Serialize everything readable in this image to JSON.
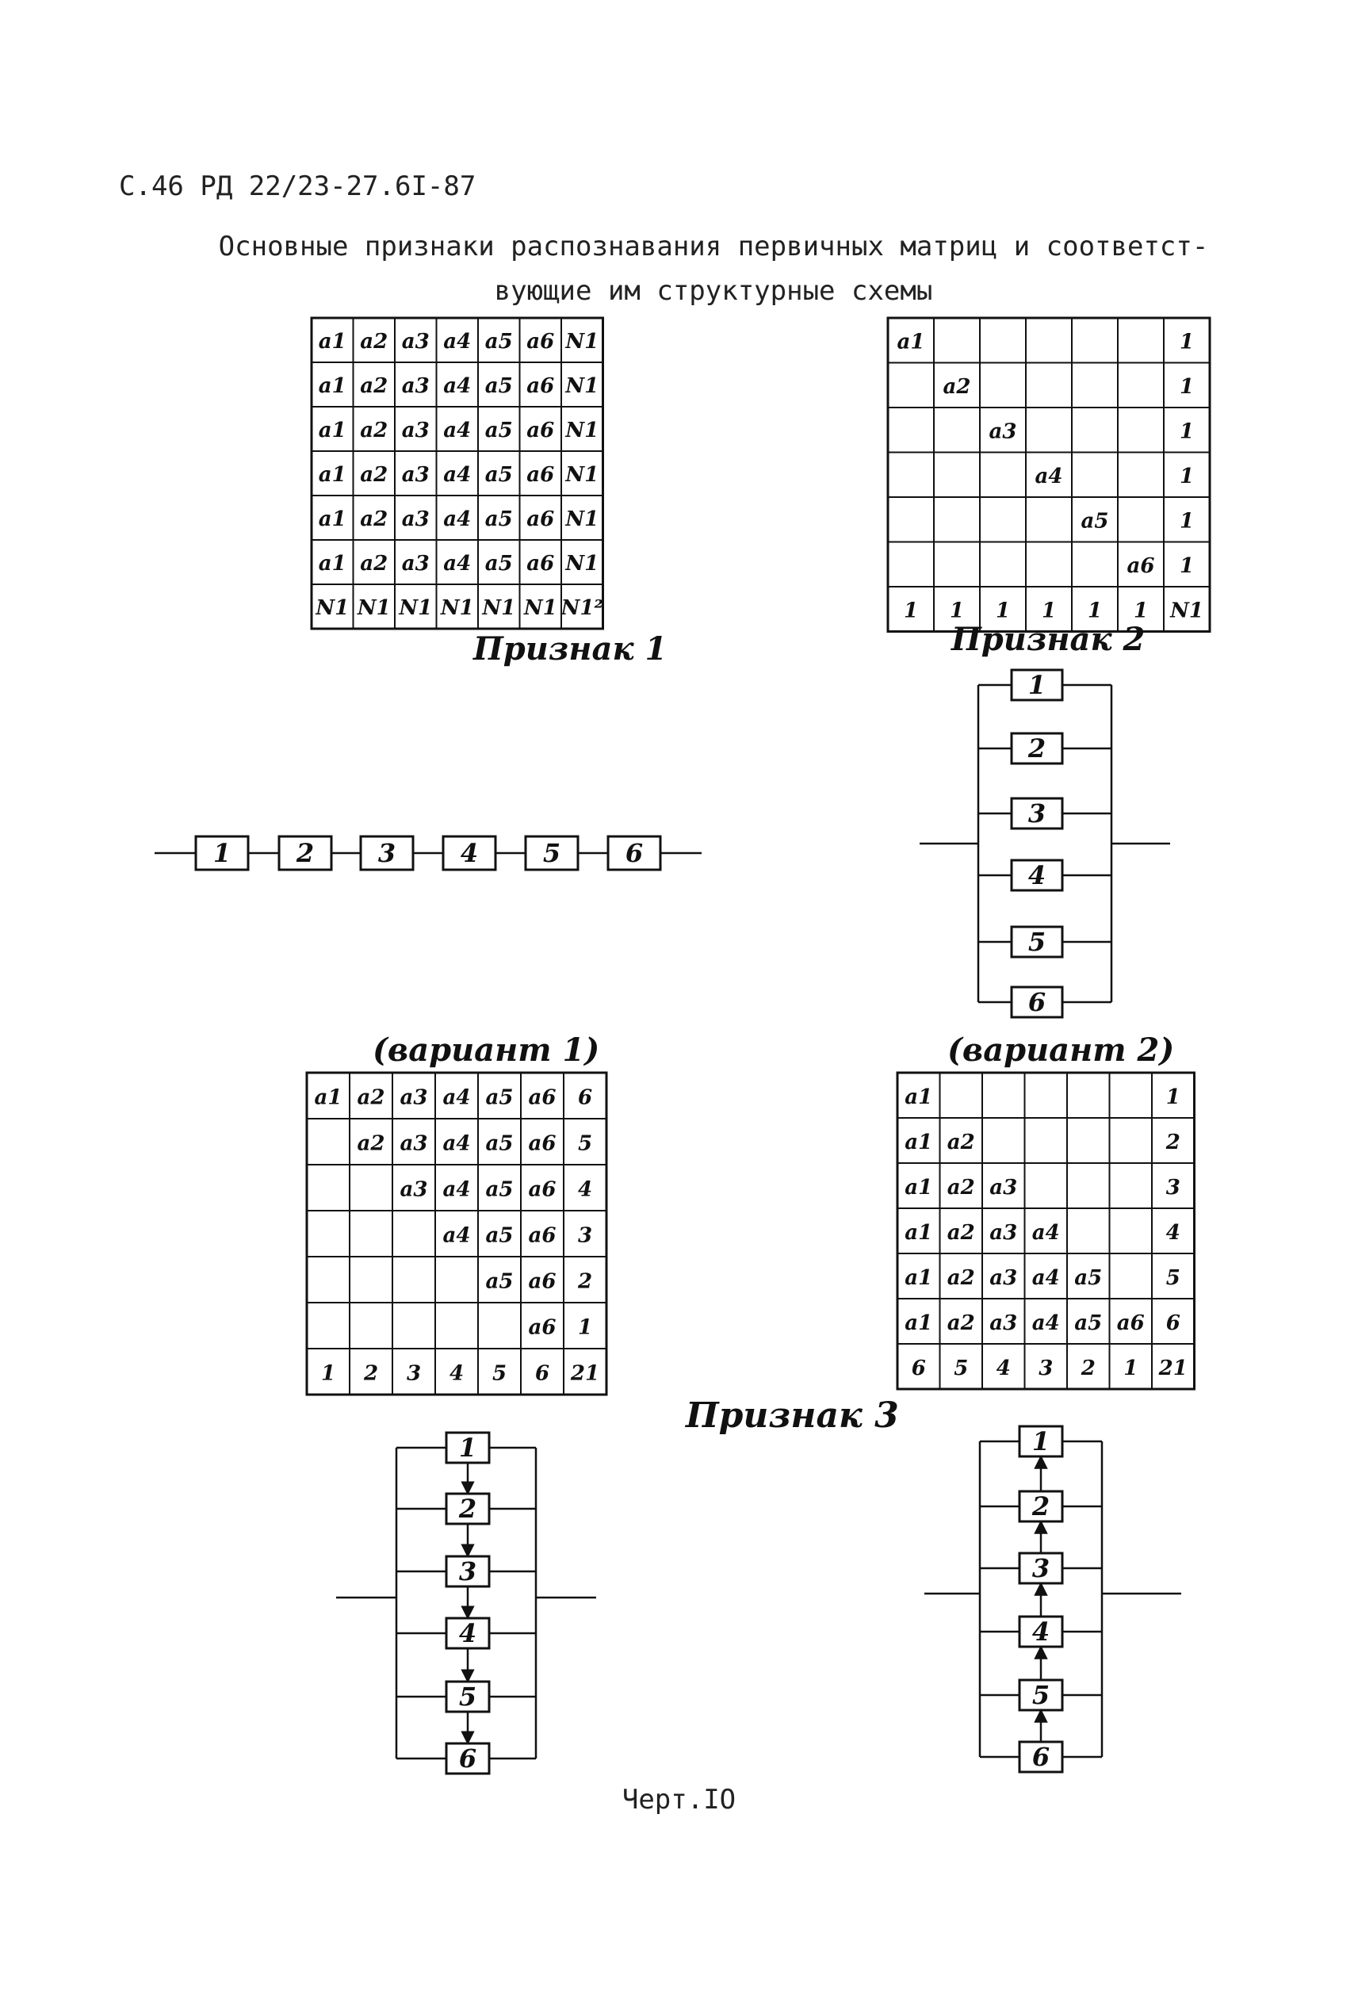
{
  "header": {
    "code": "С.46 РД 22/23-27.6I-87",
    "title": "Основные признаки распознавания первичных матриц и соответст-вующие им структурные схемы"
  },
  "footer": {
    "caption": "Черт.IO"
  },
  "labels": {
    "sign1": "Признак 1",
    "sign2": "Признак 2",
    "sign3": "Признак 3",
    "variant1": "(вариант 1)",
    "variant2": "(вариант 2)"
  },
  "matrices": {
    "sign1": [
      [
        "a1",
        "a2",
        "a3",
        "a4",
        "a5",
        "a6",
        "N1"
      ],
      [
        "a1",
        "a2",
        "a3",
        "a4",
        "a5",
        "a6",
        "N1"
      ],
      [
        "a1",
        "a2",
        "a3",
        "a4",
        "a5",
        "a6",
        "N1"
      ],
      [
        "a1",
        "a2",
        "a3",
        "a4",
        "a5",
        "a6",
        "N1"
      ],
      [
        "a1",
        "a2",
        "a3",
        "a4",
        "a5",
        "a6",
        "N1"
      ],
      [
        "a1",
        "a2",
        "a3",
        "a4",
        "a5",
        "a6",
        "N1"
      ],
      [
        "N1",
        "N1",
        "N1",
        "N1",
        "N1",
        "N1",
        "N1²"
      ]
    ],
    "sign2": [
      [
        "a1",
        "",
        "",
        "",
        "",
        "",
        "1"
      ],
      [
        "",
        "a2",
        "",
        "",
        "",
        "",
        "1"
      ],
      [
        "",
        "",
        "a3",
        "",
        "",
        "",
        "1"
      ],
      [
        "",
        "",
        "",
        "a4",
        "",
        "",
        "1"
      ],
      [
        "",
        "",
        "",
        "",
        "a5",
        "",
        "1"
      ],
      [
        "",
        "",
        "",
        "",
        "",
        "a6",
        "1"
      ],
      [
        "1",
        "1",
        "1",
        "1",
        "1",
        "1",
        "N1"
      ]
    ],
    "variant1": [
      [
        "a1",
        "a2",
        "a3",
        "a4",
        "a5",
        "a6",
        "6"
      ],
      [
        "",
        "a2",
        "a3",
        "a4",
        "a5",
        "a6",
        "5"
      ],
      [
        "",
        "",
        "a3",
        "a4",
        "a5",
        "a6",
        "4"
      ],
      [
        "",
        "",
        "",
        "a4",
        "a5",
        "a6",
        "3"
      ],
      [
        "",
        "",
        "",
        "",
        "a5",
        "a6",
        "2"
      ],
      [
        "",
        "",
        "",
        "",
        "",
        "a6",
        "1"
      ],
      [
        "1",
        "2",
        "3",
        "4",
        "5",
        "6",
        "21"
      ]
    ],
    "variant2": [
      [
        "a1",
        "",
        "",
        "",
        "",
        "",
        "1"
      ],
      [
        "a1",
        "a2",
        "",
        "",
        "",
        "",
        "2"
      ],
      [
        "a1",
        "a2",
        "a3",
        "",
        "",
        "",
        "3"
      ],
      [
        "a1",
        "a2",
        "a3",
        "a4",
        "",
        "",
        "4"
      ],
      [
        "a1",
        "a2",
        "a3",
        "a4",
        "a5",
        "",
        "5"
      ],
      [
        "a1",
        "a2",
        "a3",
        "a4",
        "a5",
        "a6",
        "6"
      ],
      [
        "6",
        "5",
        "4",
        "3",
        "2",
        "1",
        "21"
      ]
    ]
  },
  "schemes": {
    "series_blocks": [
      "1",
      "2",
      "3",
      "4",
      "5",
      "6"
    ],
    "parallel_blocks": [
      "1",
      "2",
      "3",
      "4",
      "5",
      "6"
    ],
    "chain_down_blocks": [
      "1",
      "2",
      "3",
      "4",
      "5",
      "6"
    ],
    "chain_up_blocks": [
      "1",
      "2",
      "3",
      "4",
      "5",
      "6"
    ]
  }
}
